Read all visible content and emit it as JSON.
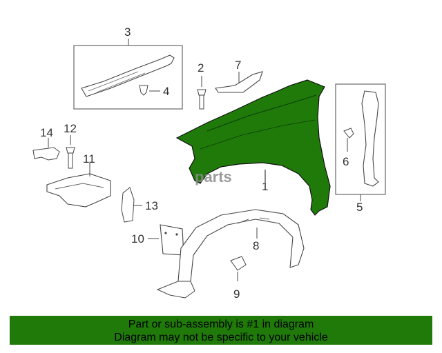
{
  "diagram": {
    "callouts": {
      "c1": "1",
      "c2": "2",
      "c3": "3",
      "c4": "4",
      "c5": "5",
      "c6": "6",
      "c7": "7",
      "c8": "8",
      "c9": "9",
      "c10": "10",
      "c11": "11",
      "c12": "12",
      "c13": "13",
      "c14": "14"
    },
    "watermark": "parts",
    "highlight_color": "#1f7a0a"
  },
  "footer": {
    "line1": "Part or sub-assembly is #1 in diagram",
    "line2": "Diagram may not be specific to your vehicle"
  }
}
